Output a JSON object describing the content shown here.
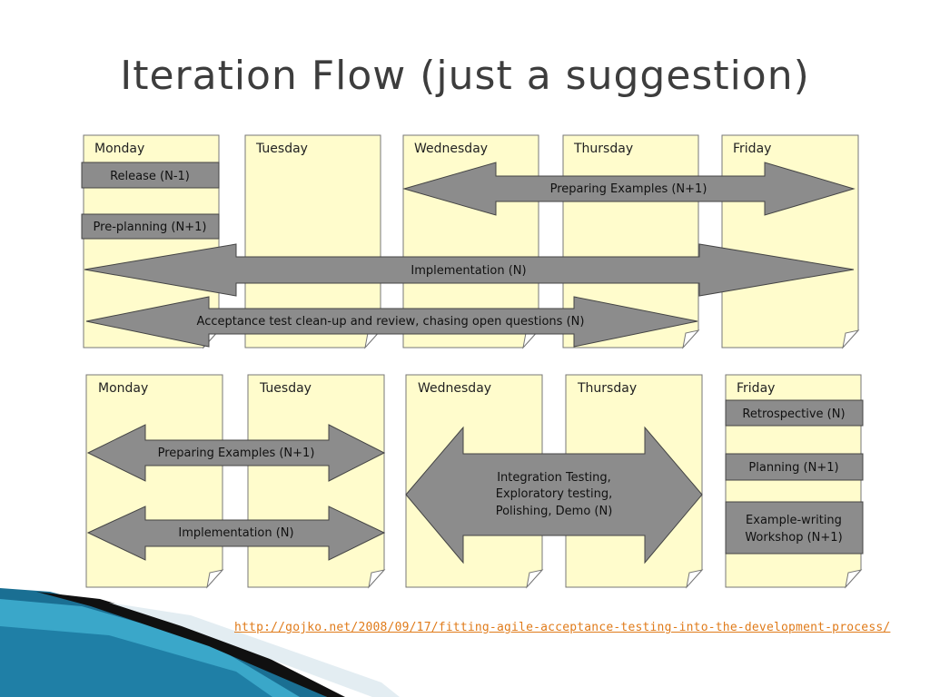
{
  "title": "Iteration Flow (just a suggestion)",
  "source_url": "http://gojko.net/2008/09/17/fitting-agile-acceptance-testing-into-the-development-process/",
  "top_diagram": {
    "days": [
      "Monday",
      "Tuesday",
      "Wednesday",
      "Thursday",
      "Friday"
    ],
    "release": "Release (N-1)",
    "preplanning": "Pre-planning (N+1)",
    "preparing_examples": "Preparing Examples (N+1)",
    "implementation": "Implementation (N)",
    "acceptance": "Acceptance test clean-up and review, chasing open questions (N)"
  },
  "bottom_diagram": {
    "days": [
      "Monday",
      "Tuesday",
      "Wednesday",
      "Thursday",
      "Friday"
    ],
    "preparing_examples": "Preparing Examples (N+1)",
    "implementation": "Implementation (N)",
    "integration_line1": "Integration Testing,",
    "integration_line2": "Exploratory testing,",
    "integration_line3": "Polishing, Demo (N)",
    "retrospective": "Retrospective (N)",
    "planning": "Planning (N+1)",
    "workshop_line1": "Example-writing",
    "workshop_line2": "Workshop (N+1)"
  },
  "colors": {
    "note_fill": "#fffccc",
    "arrow_fill": "#8c8c8c",
    "link": "#e07b1a",
    "decor_blue": "#1f7fa6"
  }
}
